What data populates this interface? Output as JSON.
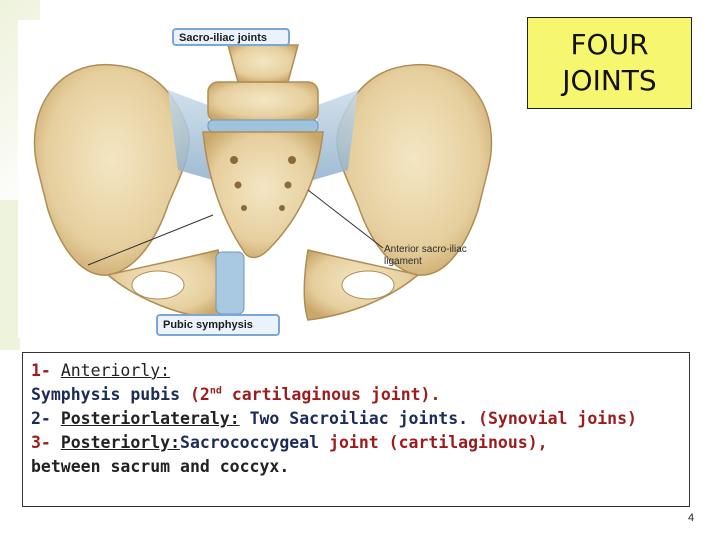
{
  "figure": {
    "sacro_iliac_label": "Sacro-iliac joints",
    "anterior_ligament_label_line1": "Anterior sacro-iliac",
    "anterior_ligament_label_line2": "ligament",
    "pubic_symphysis_label": "Pubic symphysis"
  },
  "title": {
    "line1": "FOUR",
    "line2": "JOINTS"
  },
  "content": {
    "item1_number": "1-",
    "item1_heading": "Anteriorly:",
    "item1_text_a": "Symphysis pubis",
    "item1_text_b": "(2",
    "item1_sup": "nd",
    "item1_text_c": "cartilaginous joint).",
    "item2_number": "2-",
    "item2_heading": "Posteriorlateraly:",
    "item2_text_a": "Two Sacroiliac joints.",
    "item2_text_b": "(Synovial joins)",
    "item3_number": "3-",
    "item3_heading": "Posteriorly:",
    "item3_text_a": "Sacrococcygeal",
    "item3_text_b": "joint (cartilaginous),",
    "item3_text_c": "between sacrum and coccyx."
  },
  "page_number": "4",
  "colors": {
    "title_bg": "#f7f76f",
    "text_blue": "#1c2c59",
    "text_red": "#9b1c1c",
    "label_border": "#7aa7d6"
  }
}
